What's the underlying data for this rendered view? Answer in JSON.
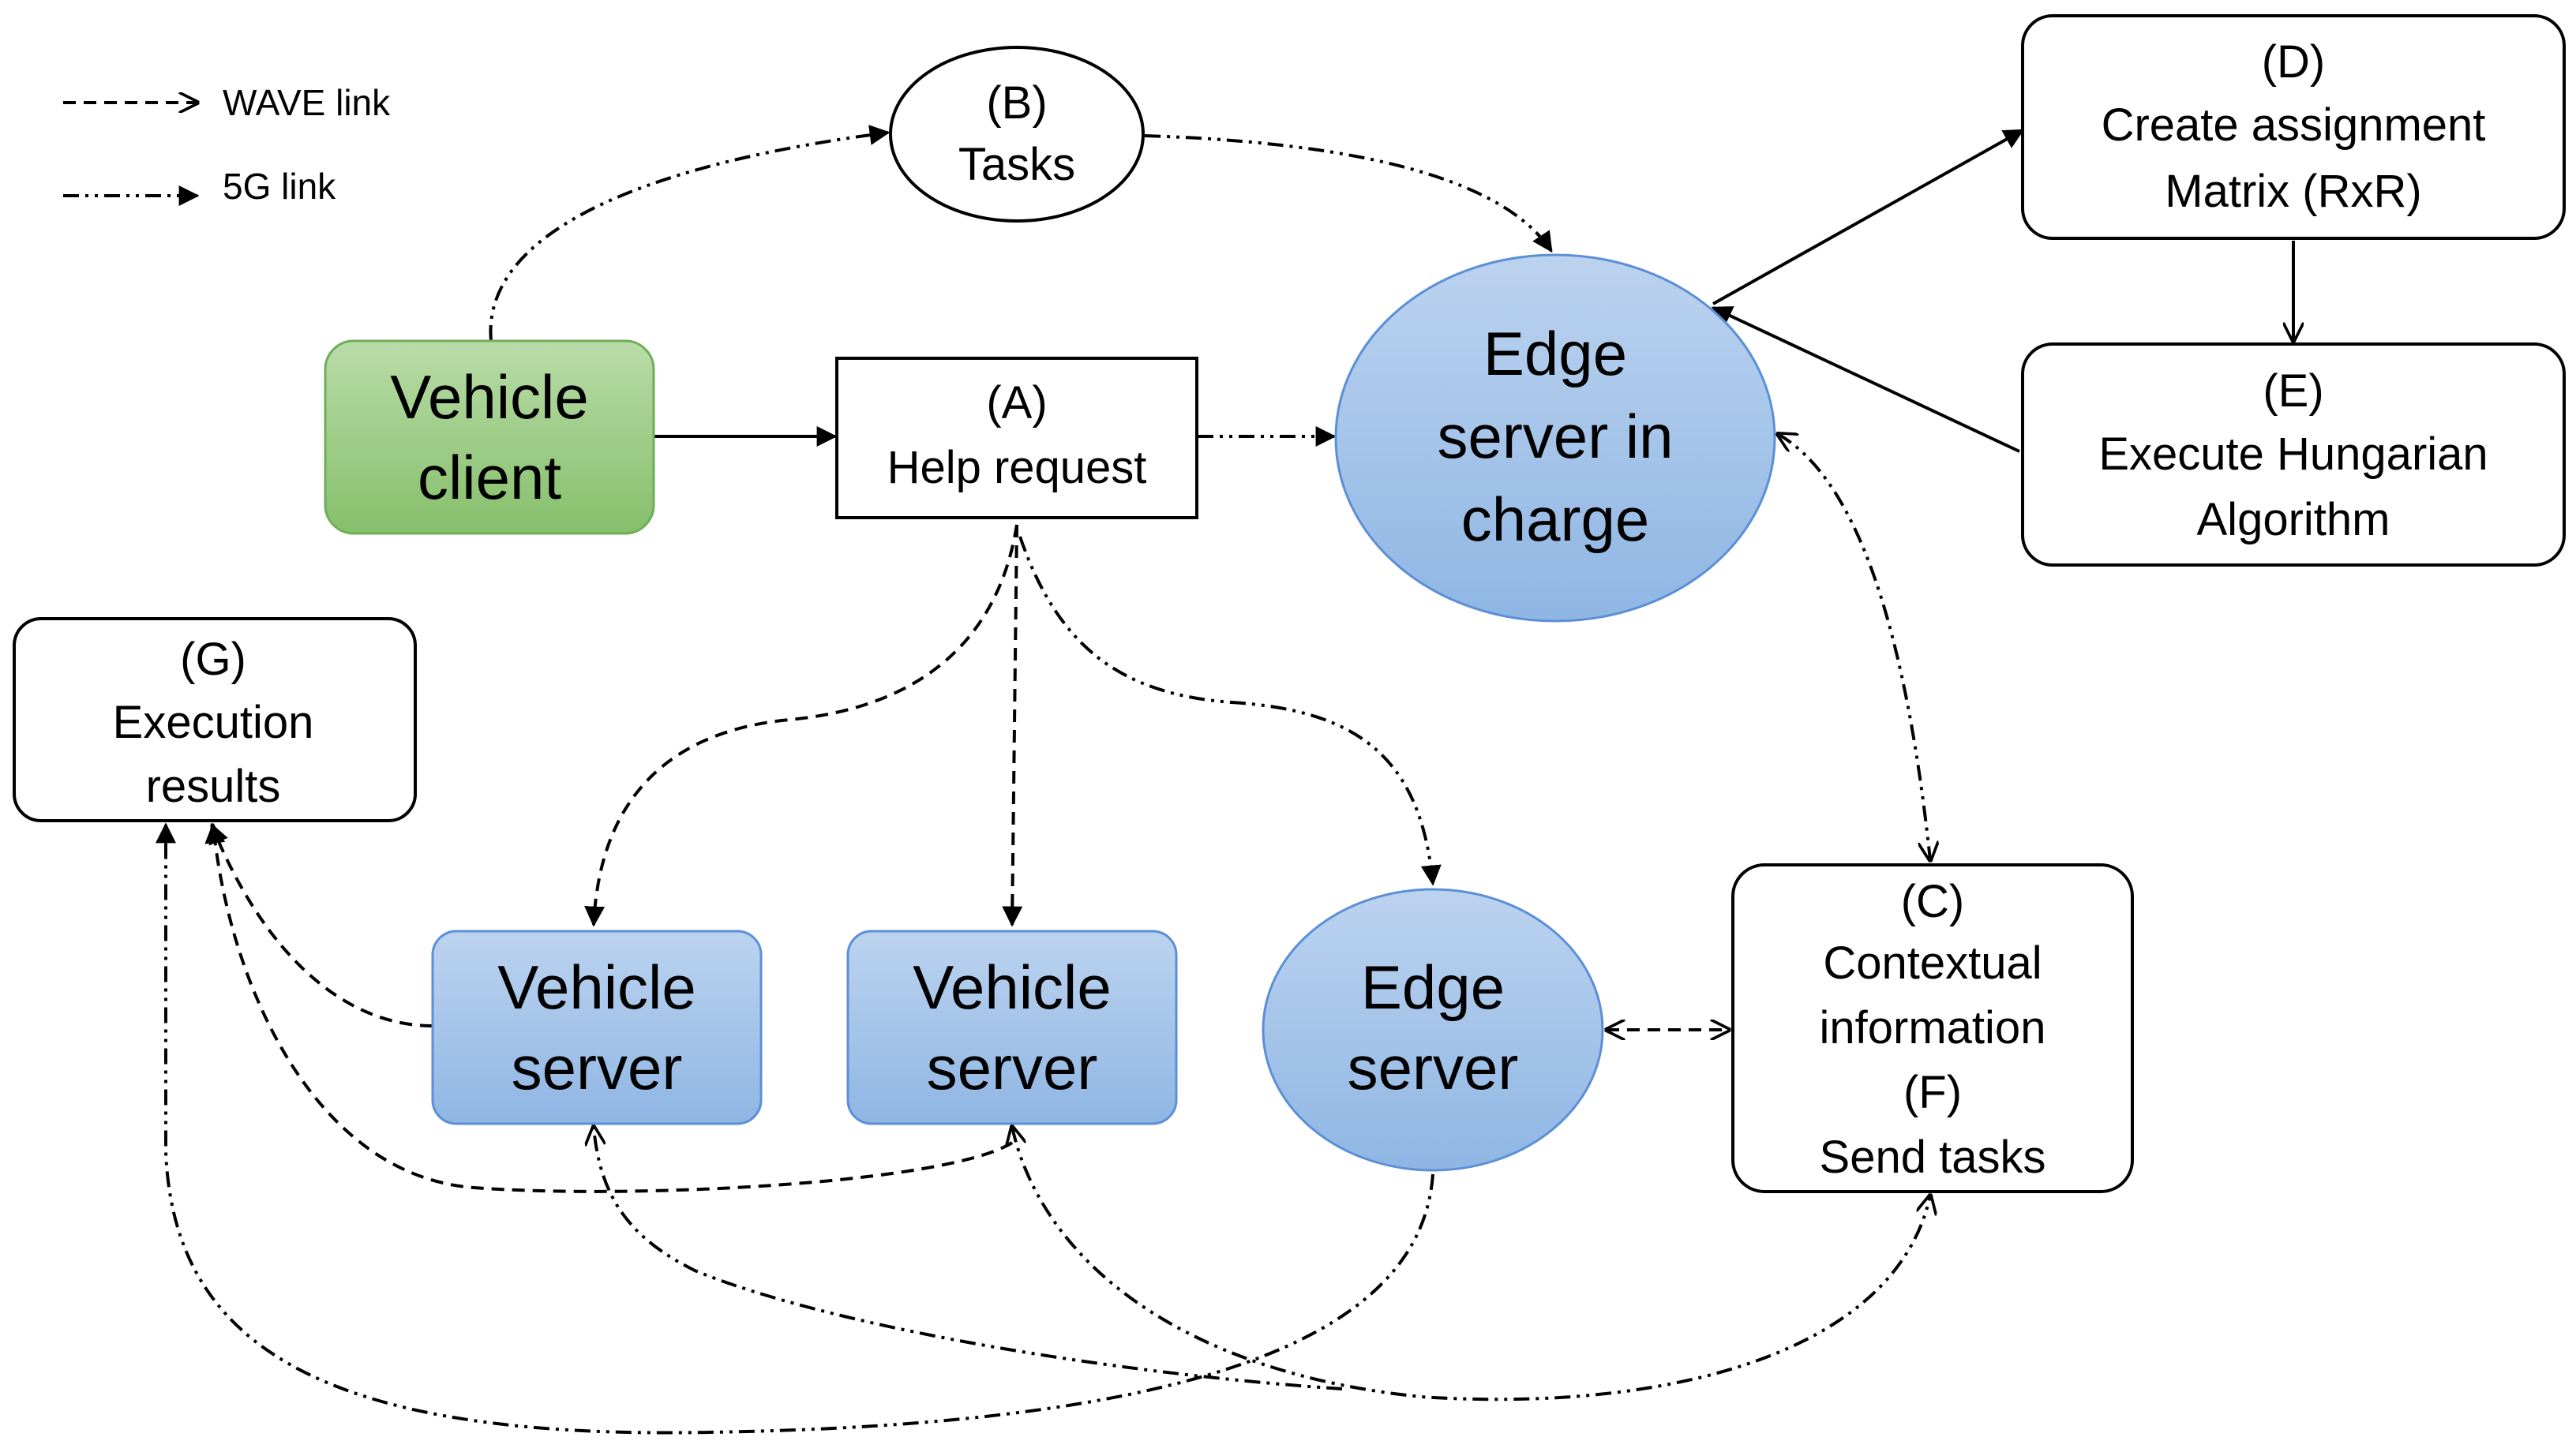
{
  "legend": {
    "wave": "WAVE link",
    "fiveg": "5G link"
  },
  "nodes": {
    "tasks": {
      "line1": "(B)",
      "line2": "Tasks"
    },
    "create_matrix": {
      "line1": "(D)",
      "line2": "Create assignment",
      "line3": "Matrix (RxR)"
    },
    "hungarian": {
      "line1": "(E)",
      "line2": "Execute Hungarian",
      "line3": "Algorithm"
    },
    "vehicle_client": {
      "line1": "Vehicle",
      "line2": "client"
    },
    "help_request": {
      "line1": "(A)",
      "line2": "Help request"
    },
    "edge_in_charge": {
      "line1": "Edge",
      "line2": "server in",
      "line3": "charge"
    },
    "execution_results": {
      "line1": "(G)",
      "line2": "Execution",
      "line3": "results"
    },
    "vehicle_server_1": {
      "line1": "Vehicle",
      "line2": "server"
    },
    "vehicle_server_2": {
      "line1": "Vehicle",
      "line2": "server"
    },
    "edge_server": {
      "line1": "Edge",
      "line2": "server"
    },
    "contextual": {
      "line1": "(C)",
      "line2": "Contextual",
      "line3": "information",
      "line4": "(F)",
      "line5": "Send tasks"
    }
  },
  "colors": {
    "blue_fill": "#a9c6ea",
    "green_fill": "#9ccc84",
    "stroke": "#000000"
  }
}
